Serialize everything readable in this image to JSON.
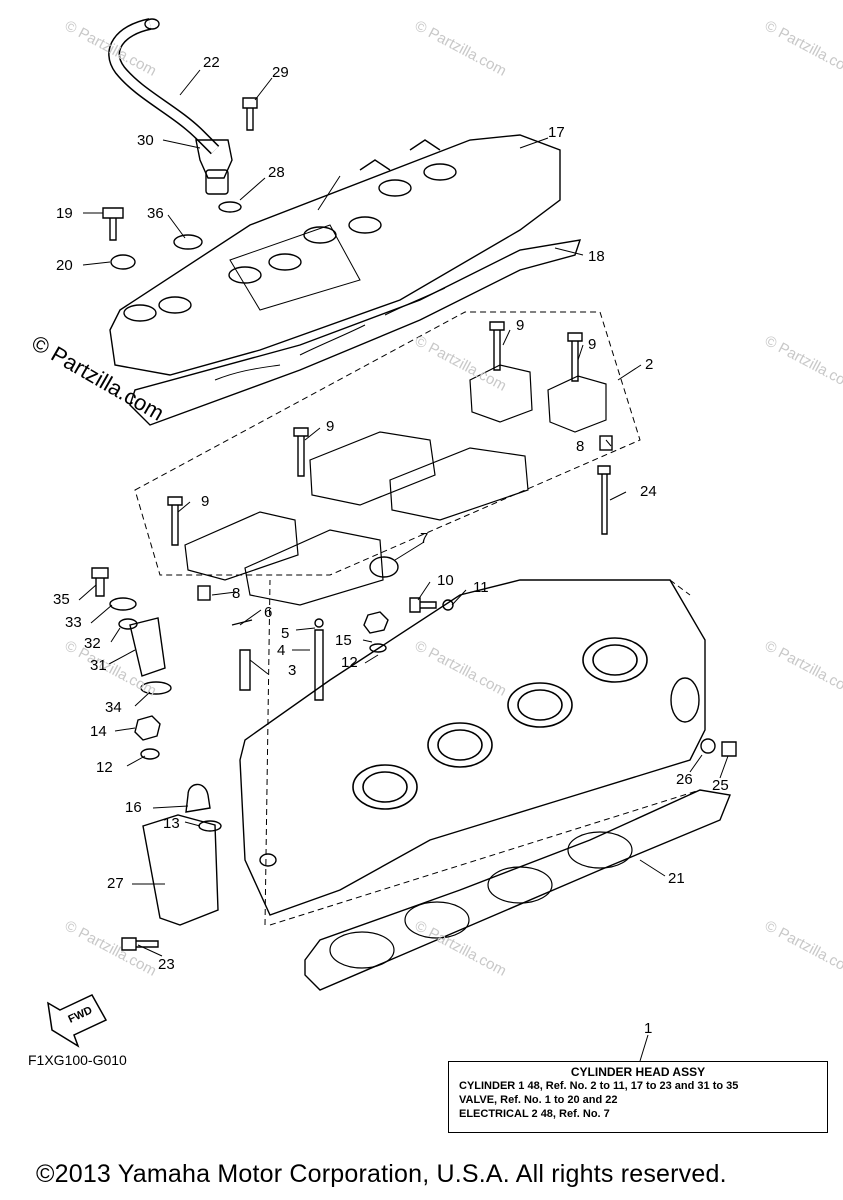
{
  "diagram": {
    "part_labels": [
      "1",
      "2",
      "3",
      "4",
      "5",
      "6",
      "7",
      "8",
      "8",
      "9",
      "9",
      "9",
      "9",
      "10",
      "11",
      "12",
      "12",
      "13",
      "14",
      "15",
      "16",
      "17",
      "18",
      "19",
      "20",
      "21",
      "22",
      "23",
      "24",
      "25",
      "26",
      "27",
      "28",
      "29",
      "30",
      "31",
      "32",
      "33",
      "34",
      "35",
      "36"
    ],
    "fwd_label": "FWD",
    "drawing_code": "F1XG100-G010",
    "watermark": "© Partzilla.com",
    "watermark_small": "© Partzilla.com"
  },
  "assy_table": {
    "title": "CYLINDER HEAD ASSY",
    "rows": [
      "CYLINDER 1 48,  Ref. No. 2 to 11, 17 to 23 and 31 to 35",
      "VALVE,  Ref. No. 1 to 20 and 22",
      "ELECTRICAL 2 48,  Ref. No. 7"
    ]
  },
  "footer": {
    "copyright": "©2013 Yamaha Motor Corporation, U.S.A. All rights reserved."
  }
}
